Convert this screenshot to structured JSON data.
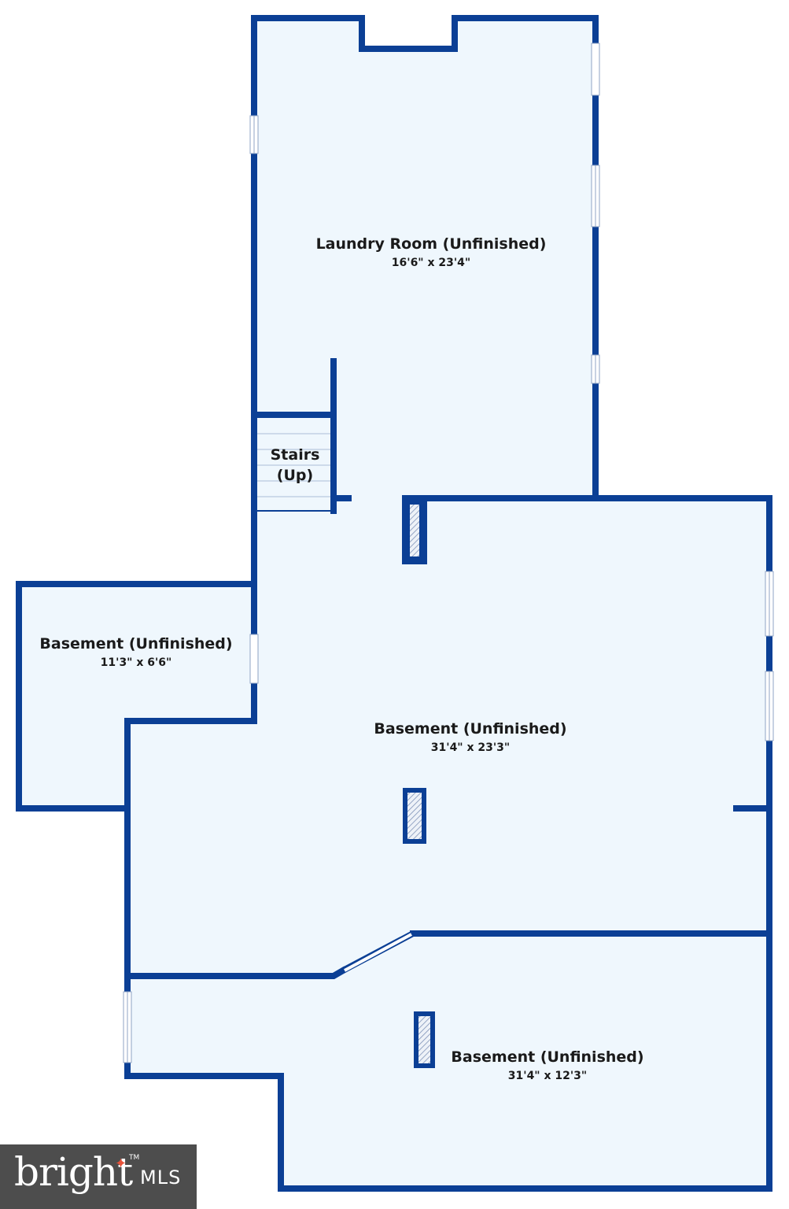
{
  "rooms": {
    "laundry": {
      "name": "Laundry Room (Unfinished)",
      "dims": "16'6\" x 23'4\""
    },
    "stairs": {
      "line1": "Stairs",
      "line2": "(Up)"
    },
    "basement_small": {
      "name": "Basement (Unfinished)",
      "dims": "11'3\" x 6'6\""
    },
    "basement_main": {
      "name": "Basement (Unfinished)",
      "dims": "31'4\" x 23'3\""
    },
    "basement_lower": {
      "name": "Basement (Unfinished)",
      "dims": "31'4\" x 12'3\""
    }
  },
  "logo": {
    "word": "bright",
    "suffix": "MLS",
    "tm": "TM"
  },
  "colors": {
    "wall": "#0b3f95",
    "floor": "#eff7fd",
    "column_hatch": "#b8c6dc"
  }
}
